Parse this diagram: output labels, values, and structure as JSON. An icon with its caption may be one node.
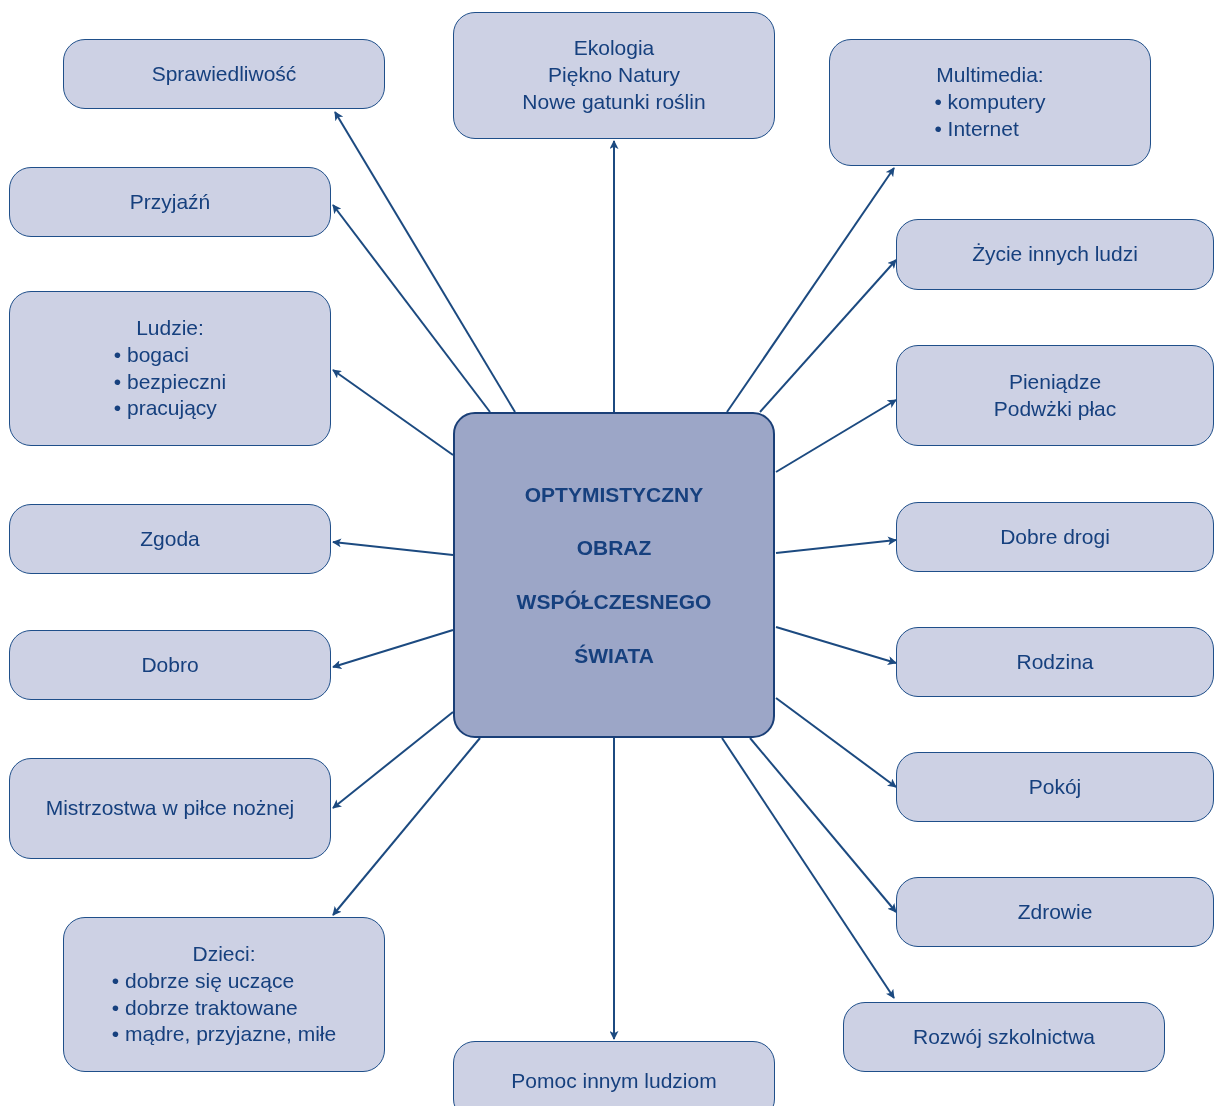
{
  "diagram": {
    "nodes": [
      {
        "text": [
          "Sprawiedliwość"
        ]
      },
      {
        "text": [
          "Ekologia",
          "Piękno Natury",
          "Nowe gatunki roślin"
        ]
      },
      {
        "text": [
          "Multimedia:",
          "• komputery",
          "• Internet"
        ]
      },
      {
        "text": [
          "Przyjaźń"
        ]
      },
      {
        "text": [
          "Życie innych ludzi"
        ]
      },
      {
        "text": [
          "Ludzie:",
          "• bogaci",
          "• bezpieczni",
          "• pracujący"
        ]
      },
      {
        "text": [
          "Pieniądze",
          "Podwżki płac"
        ]
      },
      {
        "text": [
          "OPTYMISTYCZNY OBRAZ WSPÓŁCZESNEGO ŚWIATA"
        ]
      },
      {
        "text": [
          "Zgoda"
        ]
      },
      {
        "text": [
          "Dobre drogi"
        ]
      },
      {
        "text": [
          "Dobro"
        ]
      },
      {
        "text": [
          "Rodzina"
        ]
      },
      {
        "text": [
          "Mistrzostwa w piłce nożnej"
        ]
      },
      {
        "text": [
          "Pokój"
        ]
      },
      {
        "text": [
          "Zdrowie"
        ]
      },
      {
        "text": [
          "Dzieci:",
          "• dobrze się uczące",
          "• dobrze traktowane",
          "• mądre, przyjazne, miłe"
        ]
      },
      {
        "text": [
          "Rozwój szkolnictwa"
        ]
      },
      {
        "text": [
          "Pomoc innym ludziom"
        ]
      }
    ],
    "edges": [
      {
        "from": 7,
        "to": 0,
        "arrow": "to"
      },
      {
        "from": 7,
        "to": 1,
        "arrow": "to"
      },
      {
        "from": 7,
        "to": 2,
        "arrow": "to"
      },
      {
        "from": 7,
        "to": 3,
        "arrow": "to"
      },
      {
        "from": 7,
        "to": 4,
        "arrow": "to"
      },
      {
        "from": 7,
        "to": 5,
        "arrow": "to"
      },
      {
        "from": 7,
        "to": 6,
        "arrow": "to"
      },
      {
        "from": 7,
        "to": 8,
        "arrow": "to"
      },
      {
        "from": 7,
        "to": 9,
        "arrow": "to"
      },
      {
        "from": 7,
        "to": 10,
        "arrow": "to"
      },
      {
        "from": 7,
        "to": 11,
        "arrow": "to"
      },
      {
        "from": 7,
        "to": 12,
        "arrow": "to"
      },
      {
        "from": 7,
        "to": 13,
        "arrow": "to"
      },
      {
        "from": 7,
        "to": 14,
        "arrow": "to"
      },
      {
        "from": 7,
        "to": 15,
        "arrow": "to"
      },
      {
        "from": 7,
        "to": 16,
        "arrow": "to"
      },
      {
        "from": 7,
        "to": 17,
        "arrow": "to"
      }
    ]
  }
}
